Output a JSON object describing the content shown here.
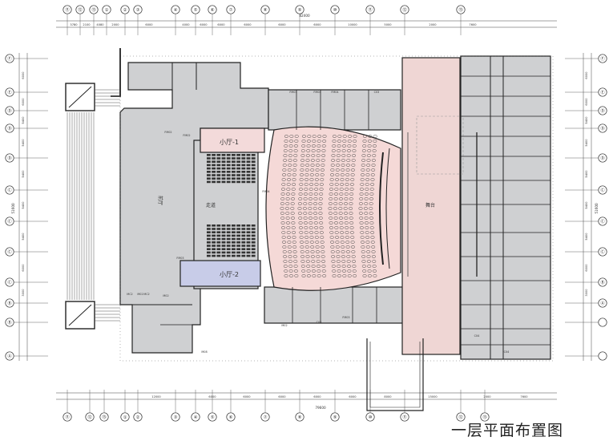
{
  "title": "一层平面布置图",
  "palette": {
    "lobby": "#cfd0d2",
    "hall1": "#f3dada",
    "hall2": "#c8cce8",
    "auditorium": "#f5d9d7",
    "stage": "#efd6d4",
    "wall": "#222222"
  },
  "axes_top": {
    "labels": [
      "⑪",
      "⑫",
      "⑬",
      "①",
      "②",
      "③",
      "④",
      "⑤",
      "⑥",
      "⑦",
      "⑧",
      "⑨",
      "⑩",
      "⑪",
      "⑫",
      "⑬"
    ],
    "dims": [
      "3780",
      "2100",
      "4080",
      "2000",
      "6000",
      "4000",
      "6000",
      "6000",
      "6000",
      "6000",
      "6000",
      "10000",
      "5000",
      "2000",
      "7600"
    ],
    "overall": "82400"
  },
  "axes_bottom": {
    "labels": [
      "⑪",
      "⑫",
      "⑬",
      "①",
      "②",
      "③",
      "④",
      "⑤",
      "⑥",
      "⑦",
      "⑧",
      "⑨",
      "⑩",
      "⑪",
      "⑫",
      "⑬"
    ],
    "dims": [
      "12000",
      "6000",
      "6000",
      "6000",
      "6000",
      "6000",
      "8000",
      "15000",
      "2000",
      "7600"
    ],
    "overall": "79600"
  },
  "axes_left": {
    "labels": [
      "Ⓕ",
      "Ⓔ",
      "Ⓓ",
      "Ⓓ",
      "Ⓓ",
      "Ⓒ",
      "Ⓒ",
      "Ⓒ",
      "Ⓒ",
      "Ⓑ",
      "Ⓑ",
      "Ⓐ"
    ],
    "dims": [
      "6000",
      "6000",
      "5400",
      "5400",
      "5400",
      "5400",
      "5400",
      "6000",
      "3000"
    ],
    "overall": "51600"
  },
  "axes_right": {
    "labels": [
      "Ⓕ",
      "Ⓔ",
      "Ⓓ",
      "Ⓓ",
      "Ⓓ",
      "Ⓒ",
      "Ⓒ",
      "Ⓒ",
      "Ⓑ",
      "Ⓐ"
    ],
    "dims": [
      "6000",
      "6000",
      "5400",
      "5400",
      "5400",
      "5400",
      "5400",
      "6000",
      "3000"
    ],
    "overall": "51600"
  },
  "rooms": {
    "hall1": "小厅-1",
    "hall2": "小厅-2",
    "corridor": "走道",
    "lobby": "前厅",
    "stage": "舞台"
  },
  "doors": [
    "FM02",
    "FM03",
    "FM04",
    "FM04",
    "FM04",
    "FM02",
    "FM03",
    "FM03",
    "M02",
    "M02",
    "M02",
    "MC2",
    "MC2",
    "C03",
    "C03",
    "C04",
    "C04",
    "M08"
  ]
}
